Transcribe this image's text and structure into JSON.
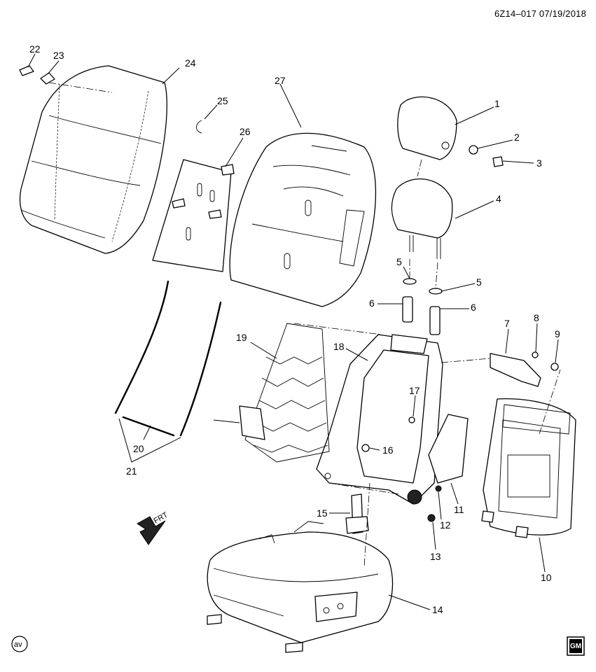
{
  "header": {
    "reference": "6Z14–017  07/19/2018"
  },
  "callouts": [
    "1",
    "2",
    "3",
    "4",
    "5",
    "5",
    "6",
    "6",
    "7",
    "8",
    "9",
    "10",
    "11",
    "12",
    "13",
    "14",
    "15",
    "16",
    "17",
    "18",
    "19",
    "20",
    "21",
    "22",
    "23",
    "24",
    "25",
    "26",
    "27"
  ],
  "badges": {
    "front_arrow": "FRT",
    "corner_mark": "av",
    "gm_logo": "GM"
  },
  "colors": {
    "line": "#000000",
    "background": "#ffffff"
  }
}
